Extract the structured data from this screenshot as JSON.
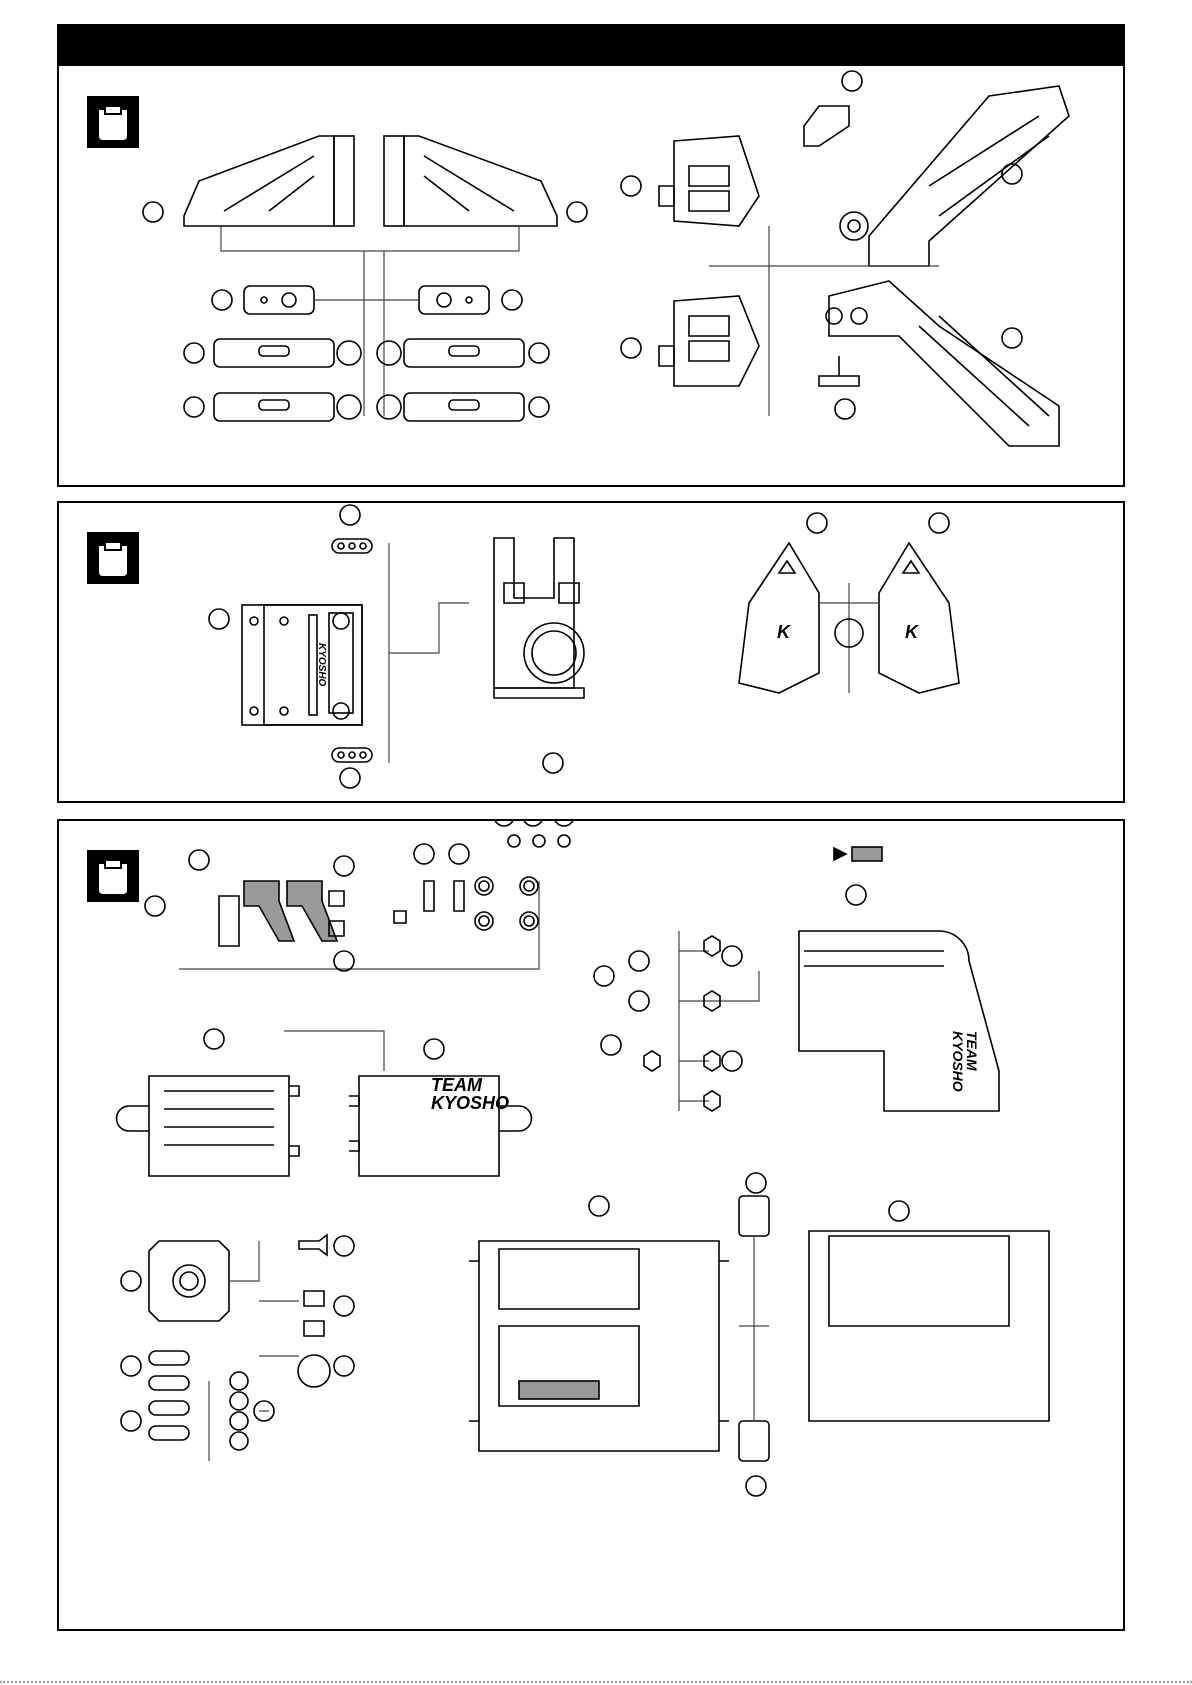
{
  "logos": {
    "kyosho_runner": "KYOSHO",
    "team_kyosho_line1": "TEAM",
    "team_kyosho_line2": "KYOSHO"
  },
  "colors": {
    "ink": "#000000",
    "paper": "#ffffff",
    "highlight_gray": "#9a9a9a"
  },
  "icons": {
    "tree_badge": "parts-tree-bag-icon",
    "arrow": "right-pointer-arrow-icon",
    "swatch": "gray-color-swatch-icon"
  }
}
